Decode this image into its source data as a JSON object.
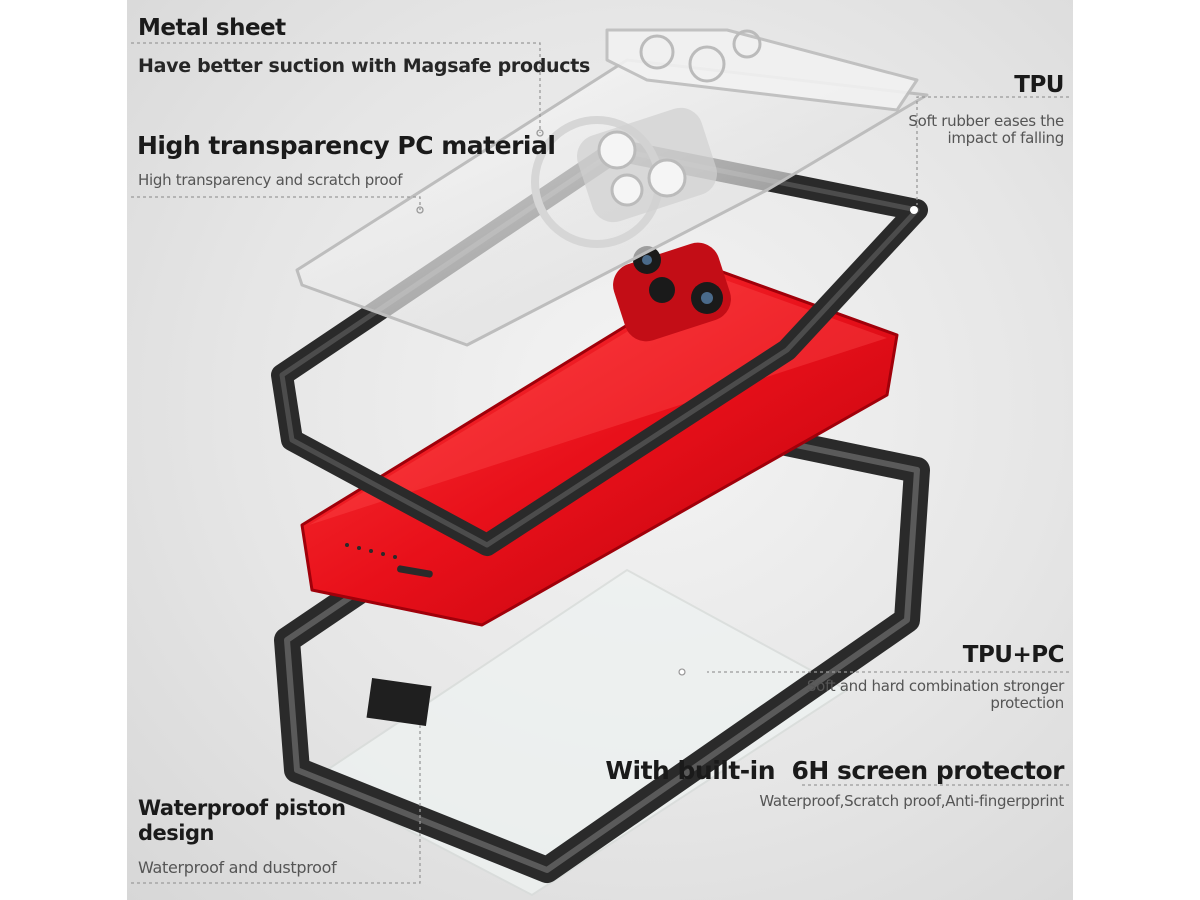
{
  "callouts": {
    "metal_sheet": {
      "title": "Metal sheet",
      "description": "Have better suction with Magsafe products"
    },
    "pc_material": {
      "title": "High transparency PC material",
      "description": "High transparency and scratch proof"
    },
    "tpu": {
      "title": "TPU",
      "description": "Soft rubber eases the impact of falling"
    },
    "tpu_pc": {
      "title": "TPU+PC",
      "description": "Soft and hard combination stronger protection"
    },
    "screen_protector": {
      "title": "With built-in  6H screen protector",
      "description": "Waterproof,Scratch proof,Anti-fingerpprint"
    },
    "piston": {
      "title": "Waterproof piston design",
      "description": "Waterproof and dustproof"
    }
  },
  "colors": {
    "phone_red": "#e8101a",
    "frame_black": "#2a2a2a",
    "callout_line": "#9a9a9a"
  },
  "icons": [
    "metal-sheet-plate",
    "clear-pc-back-cover",
    "magsafe-ring",
    "tpu-frame",
    "red-phone",
    "bottom-frame",
    "screen-protector"
  ]
}
